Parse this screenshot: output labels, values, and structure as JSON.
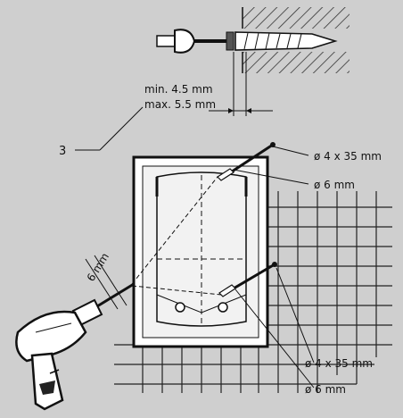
{
  "callouts": {
    "ref_number": "3",
    "gap_min": "min. 4.5 mm",
    "gap_max": "max. 5.5 mm",
    "screw_top": "ø 4 x 35 mm",
    "hole_top": "ø 6 mm",
    "drill_size": "6 mm",
    "screw_bottom": "ø 4 x 35 mm",
    "hole_bottom": "ø 6 mm"
  },
  "colors": {
    "background": "#cfcfcf",
    "line": "#111111",
    "panel": "#f2f2f2",
    "wall_hatch": "#333333"
  }
}
